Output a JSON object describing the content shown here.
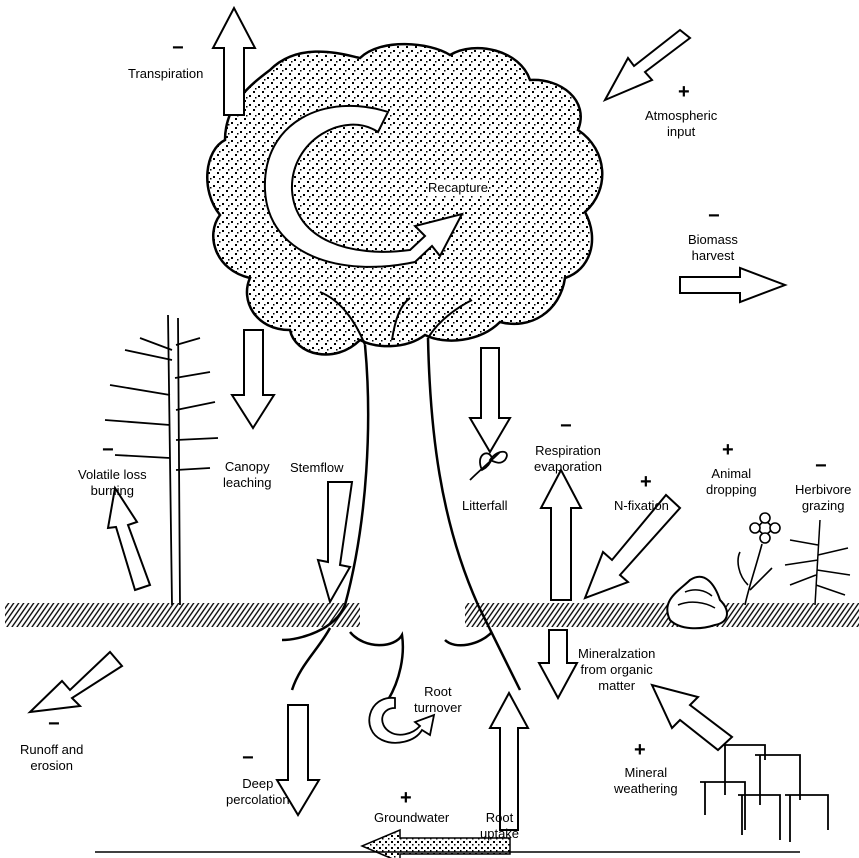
{
  "labels": {
    "transpiration": "Transpiration",
    "atmospheric_input": "Atmospheric\ninput",
    "recapture": "Recapture",
    "biomass_harvest": "Biomass\nharvest",
    "volatile_loss": "Volatile loss\nburning",
    "canopy_leaching": "Canopy\nleaching",
    "stemflow": "Stemflow",
    "litterfall": "Litterfall",
    "respiration": "Respiration\nevaporation",
    "n_fixation": "N-fixation",
    "animal_dropping": "Animal\ndropping",
    "herbivore_grazing": "Herbivore\ngrazing",
    "mineralization": "Mineralzation\nfrom organic\nmatter",
    "root_turnover": "Root\nturnover",
    "runoff": "Runoff and\nerosion",
    "deep_percolation": "Deep\npercolation",
    "groundwater": "Groundwater",
    "root_uptake": "Root\nuptake",
    "mineral_weathering": "Mineral\nweathering"
  },
  "signs": {
    "transpiration": "−",
    "atmospheric_input": "+",
    "biomass_harvest": "−",
    "volatile_loss": "−",
    "respiration": "−",
    "n_fixation": "+",
    "animal_dropping": "+",
    "herbivore_grazing": "−",
    "runoff": "−",
    "deep_percolation": "−",
    "groundwater": "+",
    "mineral_weathering": "+"
  }
}
